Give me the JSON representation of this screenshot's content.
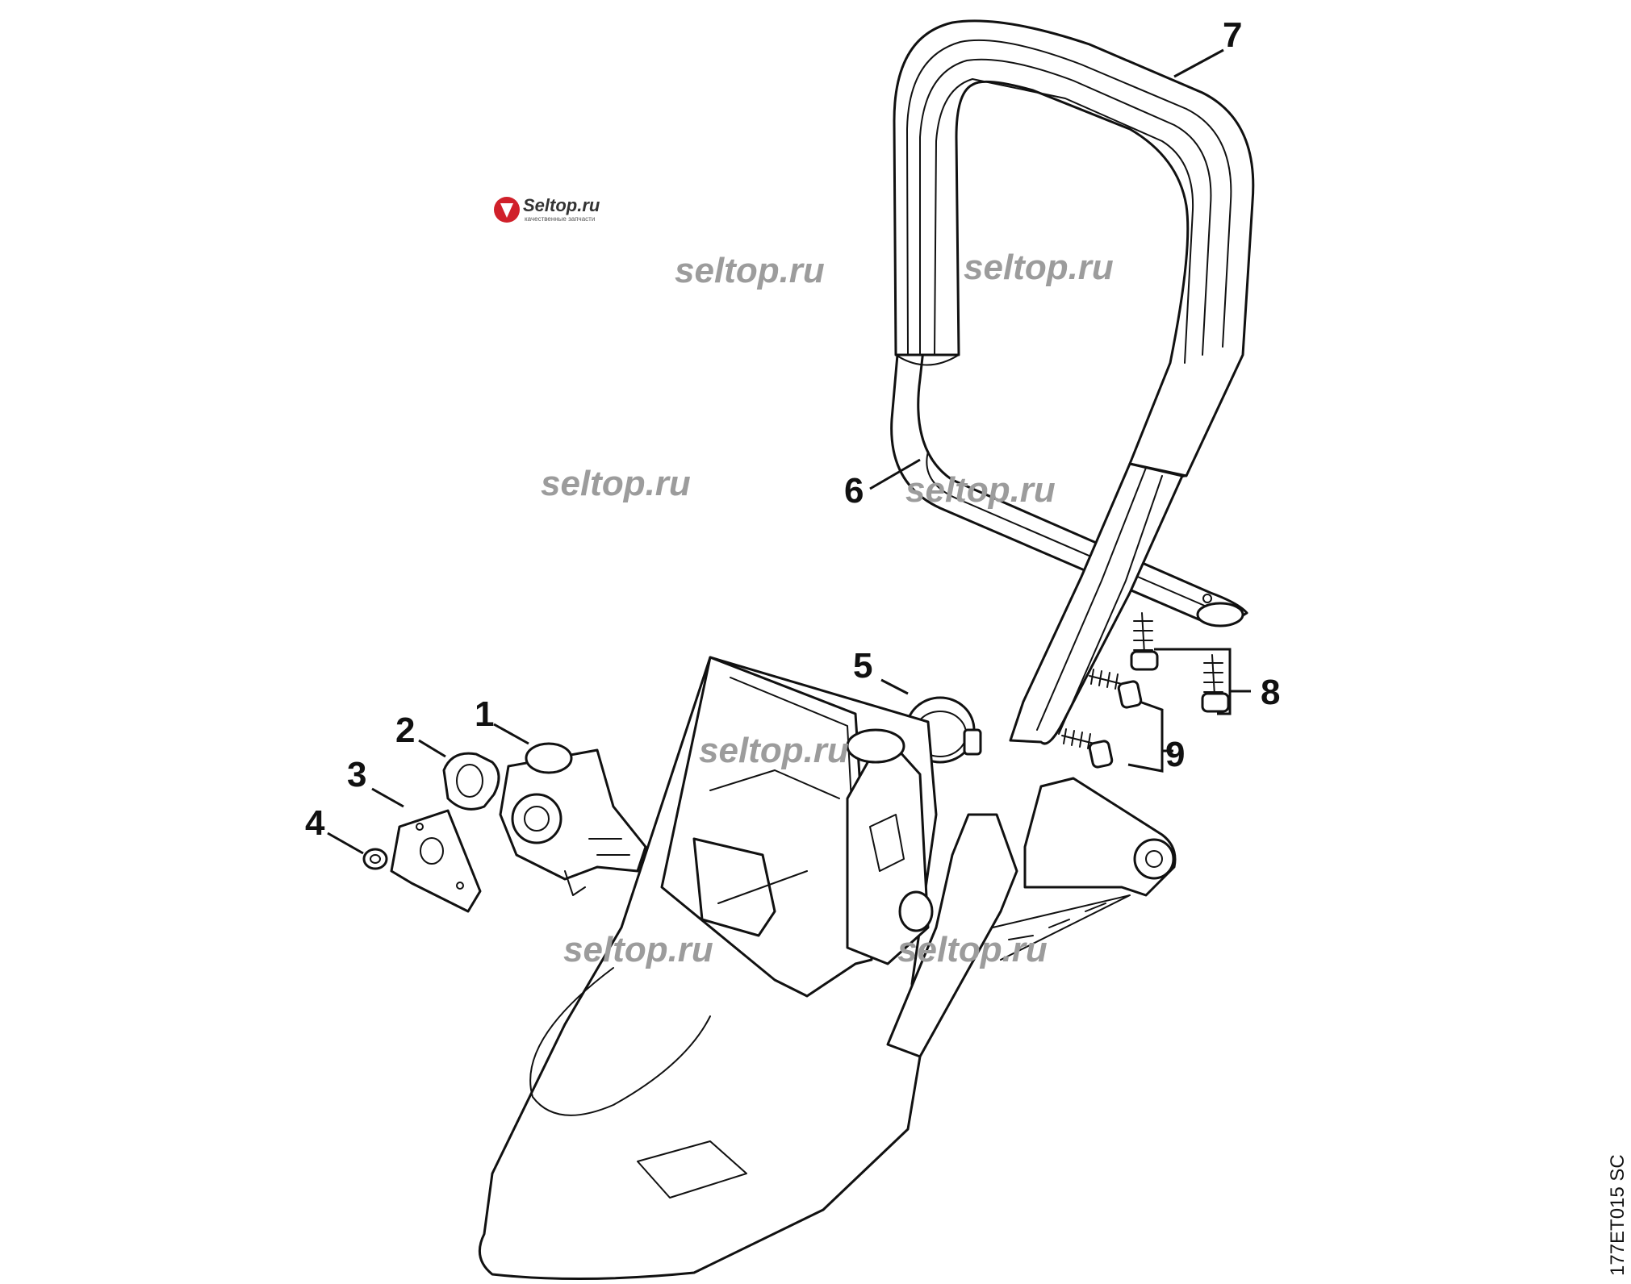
{
  "diagram": {
    "part_numbers": [
      "1",
      "2",
      "3",
      "4",
      "5",
      "6",
      "7",
      "8",
      "9"
    ],
    "drawing_code": "177ET015 SC",
    "watermarks": [
      "seltop.ru",
      "seltop.ru",
      "seltop.ru",
      "seltop.ru",
      "seltop.ru",
      "seltop.ru",
      "seltop.ru"
    ],
    "logo": {
      "name": "Seltop.ru",
      "tagline": "качественные запчасти"
    }
  }
}
